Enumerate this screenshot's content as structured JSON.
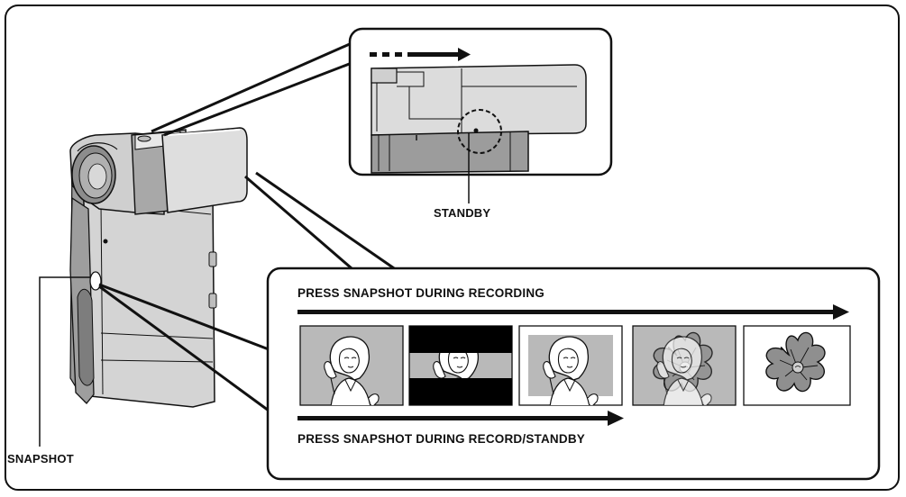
{
  "labels": {
    "standby": "STANDBY",
    "snapshot": "SNAPSHOT",
    "during_recording": "PRESS SNAPSHOT DURING RECORDING",
    "during_record_standby": "PRESS SNAPSHOT DURING RECORD/STANDBY"
  },
  "frames": [
    {
      "name": "frame-1-full-image",
      "effect": "none"
    },
    {
      "name": "frame-2-black-bars",
      "effect": "letterbox"
    },
    {
      "name": "frame-3-gray-border",
      "effect": "border"
    },
    {
      "name": "frame-4-overlap",
      "effect": "overlap"
    },
    {
      "name": "frame-5-flower",
      "effect": "flower"
    }
  ],
  "colors": {
    "frame_gray": "#b9b9b9",
    "camera_body": "#d2d2d2",
    "camera_dark": "#8c8c8c",
    "line": "#111111"
  }
}
